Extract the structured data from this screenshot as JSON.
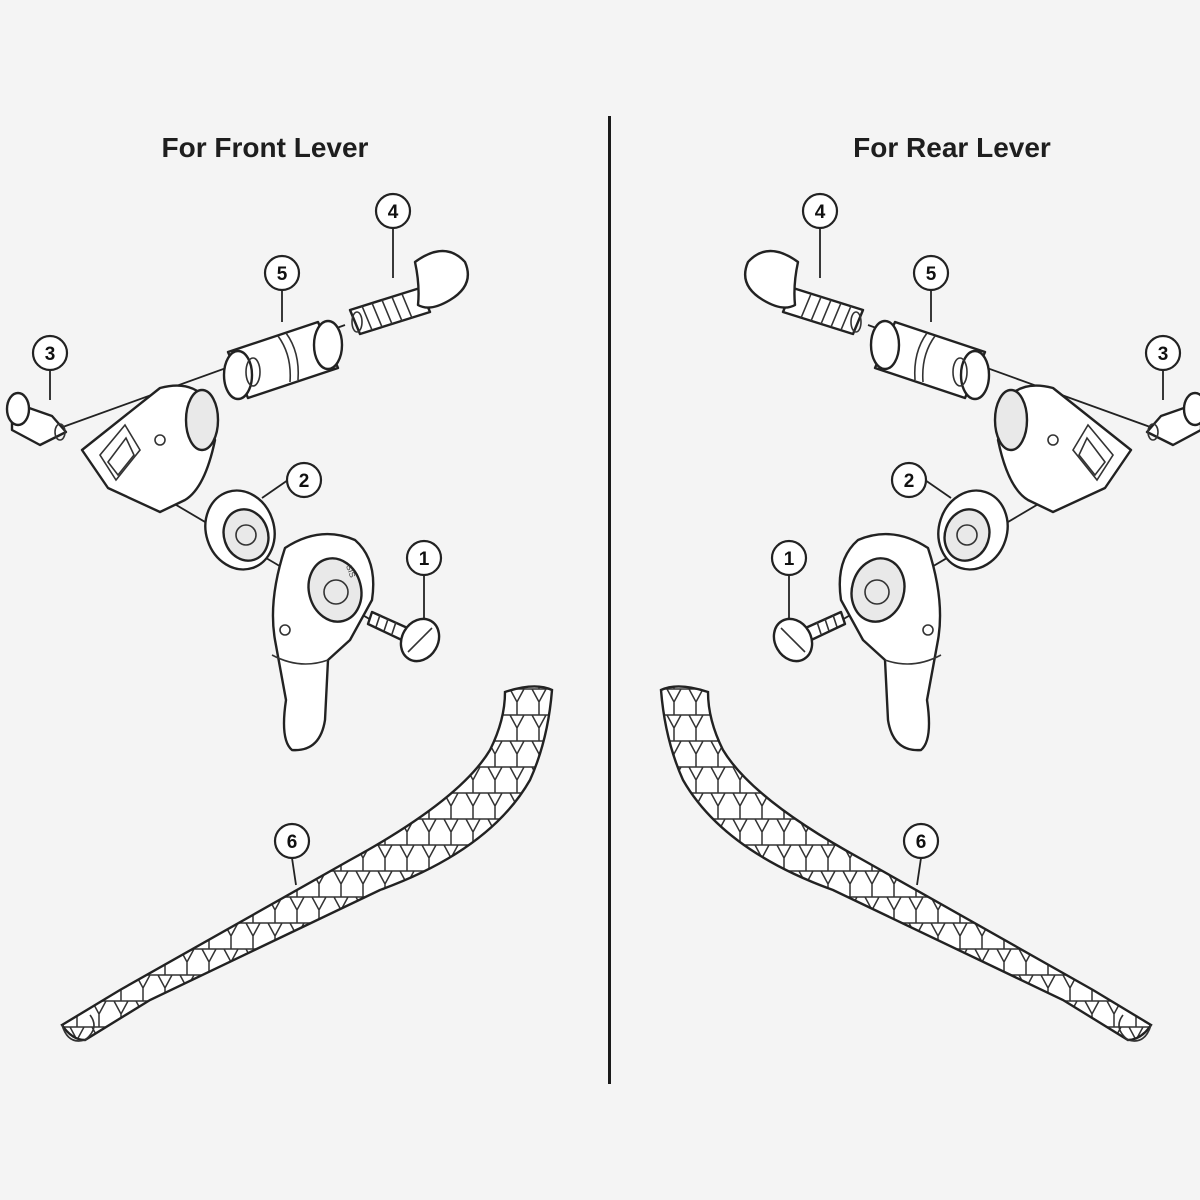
{
  "titles": {
    "front": "For Front Lever",
    "rear": "For Rear Lever"
  },
  "callouts": {
    "front": [
      "1",
      "2",
      "3",
      "4",
      "5",
      "6"
    ],
    "rear": [
      "1",
      "2",
      "3",
      "4",
      "5",
      "6"
    ]
  },
  "lever_marking": "SIS",
  "colors": {
    "background": "#f4f4f4",
    "line": "#222222",
    "part_fill": "#ffffff"
  }
}
